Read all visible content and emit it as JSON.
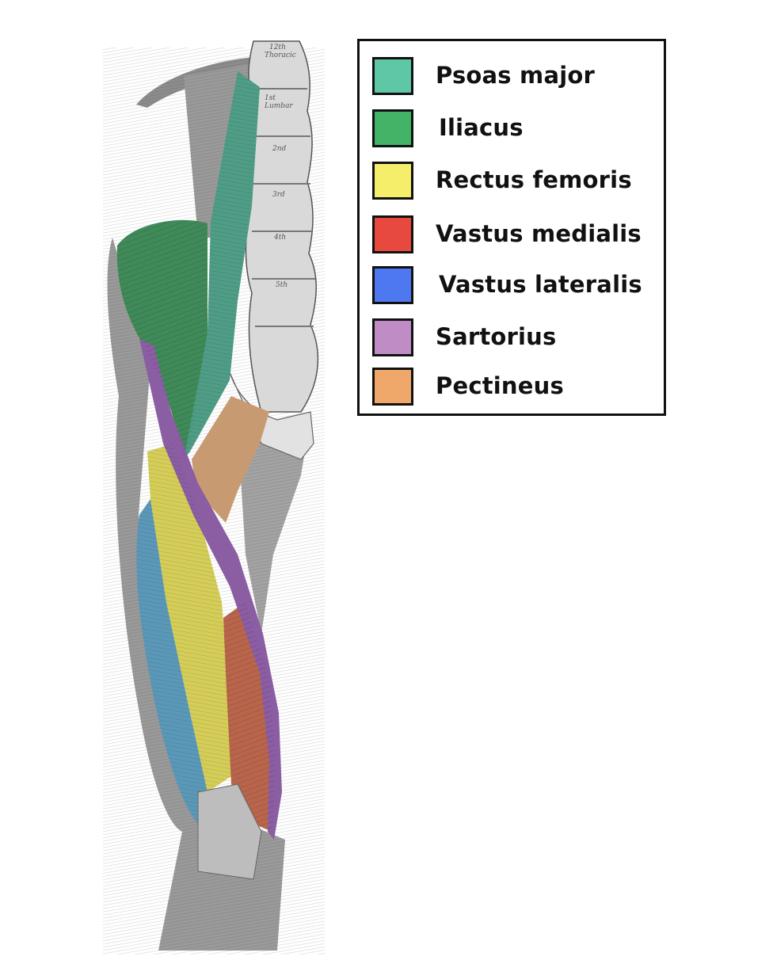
{
  "vertebra_labels": [
    "12th",
    "Thoracic",
    "1st",
    "Lumbar",
    "2nd",
    "3rd",
    "4th",
    "5th"
  ],
  "legend": {
    "items": [
      {
        "label": "Psoas major",
        "color": "#5ec7a6"
      },
      {
        "label": "Iliacus",
        "color": "#43b367"
      },
      {
        "label": "Rectus femoris",
        "color": "#f4ee6a"
      },
      {
        "label": "Vastus medialis",
        "color": "#e8493f"
      },
      {
        "label": "Vastus lateralis",
        "color": "#4d78f0"
      },
      {
        "label": "Sartorius",
        "color": "#c08cc6"
      },
      {
        "label": "Pectineus",
        "color": "#f0a86a"
      }
    ]
  },
  "region_colors": {
    "psoas_major": "#4f9d86",
    "iliacus": "#3f8a58",
    "rectus_femoris": "#d4cd58",
    "vastus_medialis": "#b9654c",
    "vastus_lateralis": "#5b98b8",
    "sartorius": "#8b5da3",
    "pectineus": "#c89a72",
    "unlabeled_tissue": "#9a9a9a",
    "bone": "#d9d9d9"
  }
}
